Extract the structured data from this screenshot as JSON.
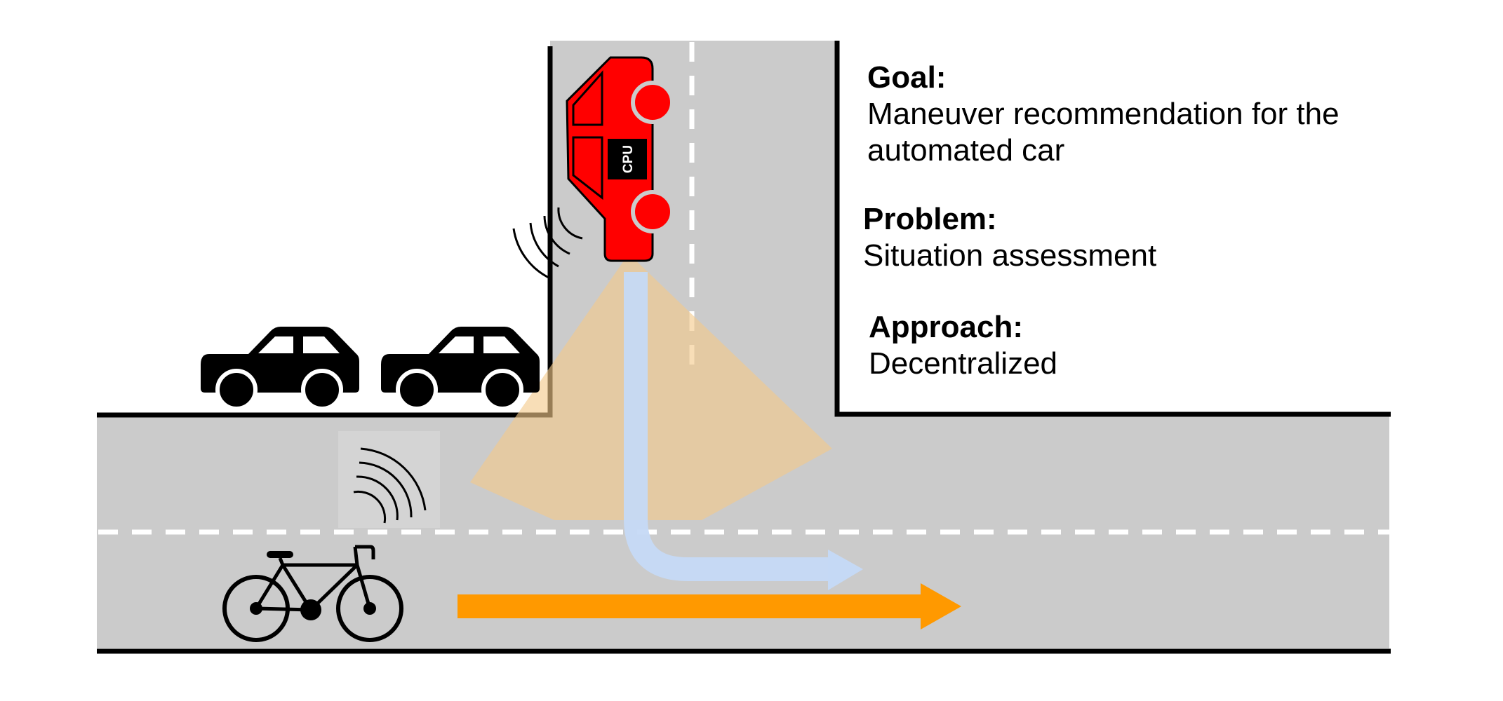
{
  "info": {
    "goal": {
      "heading": "Goal:",
      "text": "Maneuver recommendation for the automated car"
    },
    "problem": {
      "heading": "Problem:",
      "text": "Situation assessment"
    },
    "approach": {
      "heading": "Approach:",
      "text": "Decentralized"
    }
  },
  "vehicle": {
    "chip_label": "CPU"
  },
  "colors": {
    "road": "#cbcbcb",
    "road_edge": "#000000",
    "lane_marking": "#ffffff",
    "automated_car": "#ff0000",
    "sensor_cone": "#f3c98a",
    "planned_path_arrow": "#c5d9f5",
    "cyclist_arrow": "#ff9900",
    "parked_car": "#000000",
    "bicycle": "#000000"
  },
  "icons": [
    "automated-car-icon",
    "parked-car-icon",
    "bicycle-icon",
    "wireless-signal-icon",
    "cpu-chip-icon"
  ]
}
